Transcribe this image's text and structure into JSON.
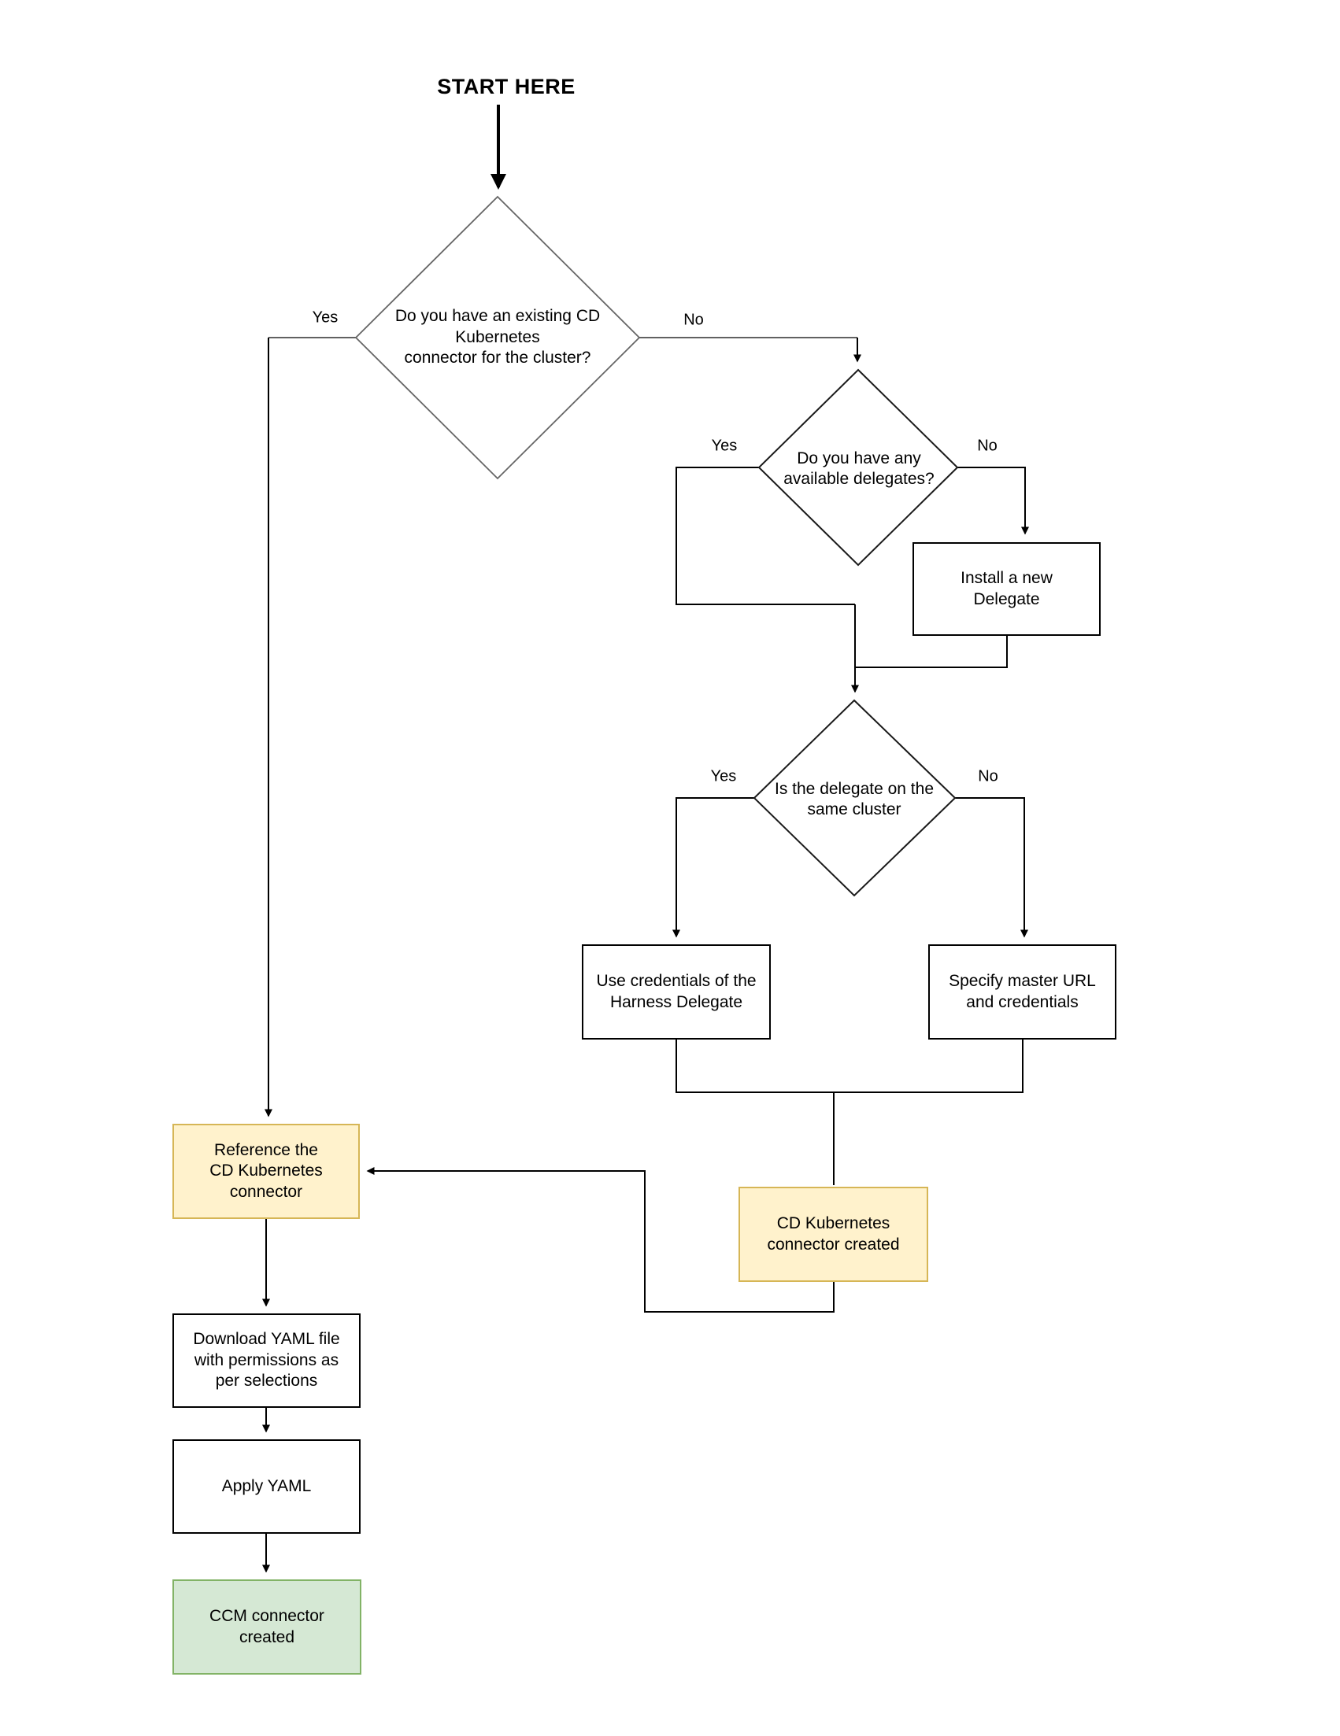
{
  "title": "START HERE",
  "colors": {
    "highlight_fill": "#FFF2CC",
    "highlight_border": "#D6B656",
    "success_fill": "#D5E8D4",
    "success_border": "#82B366",
    "box_border": "#000000",
    "decision_border": "#666666",
    "line": "#000000"
  },
  "decisions": {
    "existing_cd_connector": {
      "label": "Do you have an existing CD\nKubernetes\nconnector for the cluster?",
      "yes_label": "Yes",
      "no_label": "No"
    },
    "available_delegates": {
      "label": "Do you have any\navailable delegates?",
      "yes_label": "Yes",
      "no_label": "No"
    },
    "delegate_same_cluster": {
      "label": "Is the delegate on the\nsame cluster",
      "yes_label": "Yes",
      "no_label": "No"
    }
  },
  "steps": {
    "install_delegate": "Install a new\nDelegate",
    "use_delegate_credentials": "Use credentials of the\nHarness Delegate",
    "specify_master_url": "Specify master URL\nand credentials",
    "reference_connector": "Reference the\nCD Kubernetes\nconnector",
    "cd_connector_created": "CD Kubernetes\nconnector created",
    "download_yaml": "Download YAML file\nwith permissions as\nper selections",
    "apply_yaml": "Apply YAML",
    "ccm_connector_created": "CCM connector\ncreated"
  }
}
